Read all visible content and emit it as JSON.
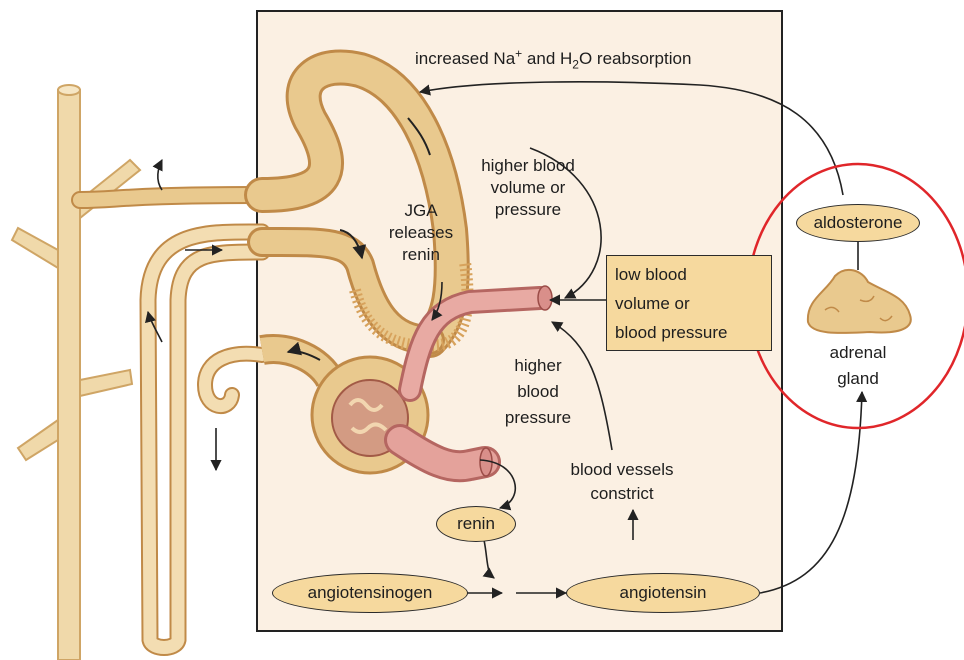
{
  "labels": {
    "top_reabsorption": {
      "pre": "increased Na",
      "sup": "+",
      "mid": " and H",
      "sub": "2",
      "post": "O reabsorption"
    },
    "higher_volume": [
      "higher blood",
      "volume or",
      "pressure"
    ],
    "jga": [
      "JGA",
      "releases",
      "renin"
    ],
    "low_blood": [
      "low blood",
      "volume or",
      "blood pressure"
    ],
    "higher_pressure": [
      "higher",
      "blood",
      "pressure"
    ],
    "vessels": [
      "blood vessels",
      "constrict"
    ],
    "adrenal": [
      "adrenal",
      "gland"
    ]
  },
  "ovals": {
    "aldosterone": "aldosterone",
    "renin": "renin",
    "angiotensinogen": "angiotensinogen",
    "angiotensin": "angiotensin"
  },
  "colors": {
    "tubule": "#e9c98e",
    "tubule_edge": "#c08a48",
    "vessel": "#d98f8a",
    "panel": "#fbf0e3",
    "oval_fill": "#f6d99e",
    "highlight_circle": "#e0262a"
  }
}
